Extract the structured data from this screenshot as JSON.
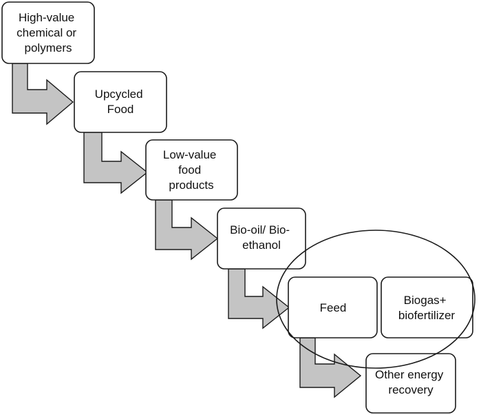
{
  "nodes": [
    {
      "id": "high-value",
      "lines": [
        "High-value",
        "chemical or",
        "polymers"
      ]
    },
    {
      "id": "upcycled-food",
      "lines": [
        "Upcycled",
        "Food"
      ]
    },
    {
      "id": "low-value",
      "lines": [
        "Low-value",
        "food",
        "products"
      ]
    },
    {
      "id": "bio-oil",
      "lines": [
        "Bio-oil/ Bio-",
        "ethanol"
      ]
    },
    {
      "id": "feed",
      "lines": [
        "Feed"
      ]
    },
    {
      "id": "biogas",
      "lines": [
        "Biogas+",
        "biofertilizer"
      ]
    },
    {
      "id": "energy",
      "lines": [
        "Other energy",
        "recovery"
      ]
    }
  ],
  "colors": {
    "arrow_fill": "#c4c4c4",
    "stroke": "#1a1a1a",
    "box_fill": "#ffffff"
  }
}
